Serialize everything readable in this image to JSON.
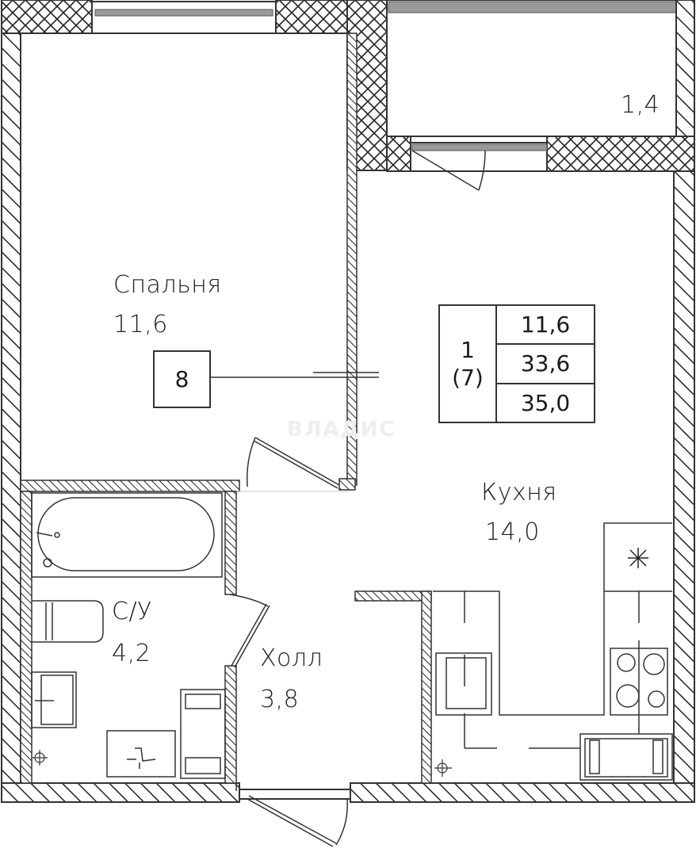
{
  "plan": {
    "rooms": [
      {
        "id": "bedroom",
        "name": "Спальня",
        "area": "11,6"
      },
      {
        "id": "kitchen",
        "name": "Кухня",
        "area": "14,0"
      },
      {
        "id": "bathroom",
        "name": "С/У",
        "area": "4,2"
      },
      {
        "id": "hall",
        "name": "Холл",
        "area": "3,8"
      },
      {
        "id": "balcony",
        "name": "",
        "area": "1,4"
      }
    ],
    "section_tag": "8",
    "summary": {
      "rooms_count": "1",
      "floor_ref": "(7)",
      "living_area": "11,6",
      "total_area": "33,6",
      "total_with_balcony": "35,0"
    },
    "watermark": "ВЛАДИС",
    "icons": [
      "bathtub-icon",
      "toilet-icon",
      "sink-icon",
      "shower-tray-icon",
      "washing-machine-icon",
      "stove-icon",
      "kitchen-sink-icon",
      "riser-icon",
      "ventilation-icon",
      "door-icon",
      "window-icon"
    ],
    "colors": {
      "line": "#333333",
      "hatch": "#222222",
      "background": "#ffffff",
      "window_glass": "#9a9a9a"
    }
  }
}
